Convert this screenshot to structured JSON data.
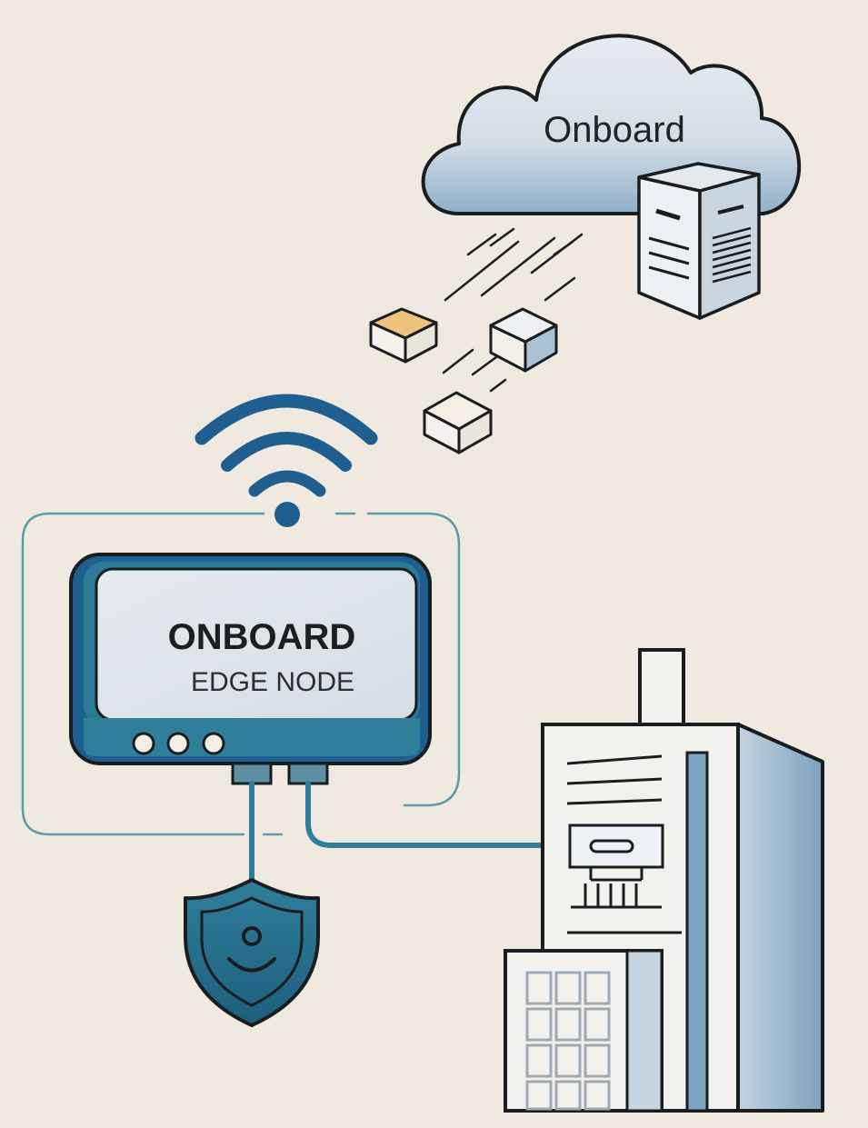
{
  "cloud": {
    "label": "Onboard",
    "icon": "cloud-icon"
  },
  "edge_node": {
    "brand": "ONBOARD",
    "subtitle": "EDGE NODE",
    "icon": "edge-router-icon",
    "indicator_lights": 3,
    "ports": 2
  },
  "icons": {
    "wifi": "wifi-icon",
    "server": "server-icon",
    "shield": "shield-icon",
    "building": "building-icon",
    "packets": "data-packet-icon"
  },
  "colors": {
    "background": "#efe9e0",
    "primary_blue": "#1e5f8f",
    "teal": "#2f7f9a",
    "dark_teal": "#1f6a86",
    "cloud_fill": "#d9e2ea",
    "outline": "#1a1d20",
    "light_teal_line": "#5f9aa8",
    "packet_orange": "#e8a040"
  }
}
